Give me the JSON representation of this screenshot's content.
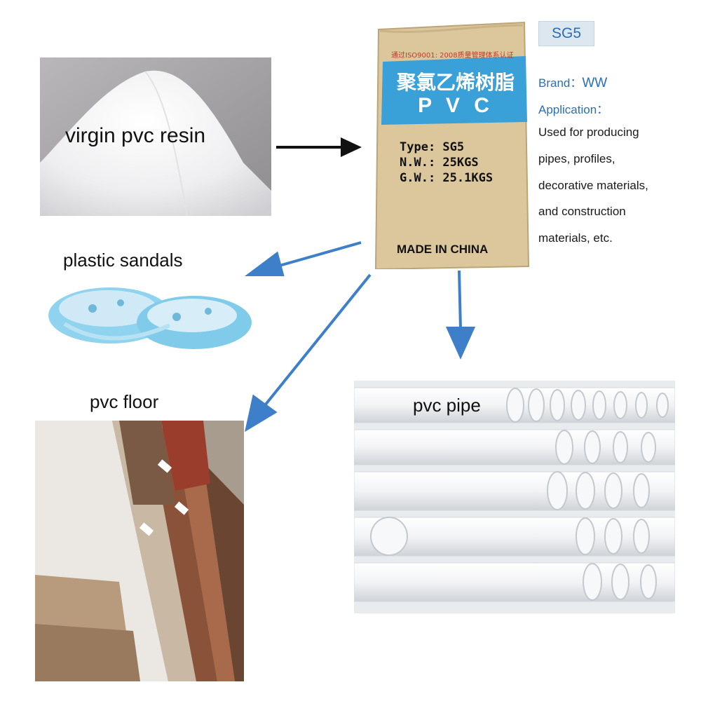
{
  "resin": {
    "caption": "virgin pvc resin"
  },
  "bag": {
    "cert_text": "通过ISO9001: 2008质量管理体系认证",
    "chinese_name": "聚氯乙烯树脂",
    "pvc_label": "P V C",
    "type_line": "Type: SG5",
    "nw_line": "N.W.: 25KGS",
    "gw_line": "G.W.: 25.1KGS",
    "made_in": "MADE IN CHINA"
  },
  "spec": {
    "grade": "SG5",
    "brand_label": "Brand：",
    "brand_value": "WW",
    "application_label": "Application：",
    "application_lines": [
      "Used for producing",
      "pipes, profiles,",
      "decorative materials,",
      "and construction",
      "materials, etc."
    ]
  },
  "products": {
    "sandals_caption": "plastic sandals",
    "floor_caption": "pvc floor",
    "pipe_caption": "pvc pipe"
  },
  "colors": {
    "arrow_blue": "#3d7fc9",
    "arrow_black": "#111111",
    "bag_kraft": "#d9c49a",
    "bag_band": "#3aa0d8",
    "spec_blue": "#2a6fb5"
  }
}
